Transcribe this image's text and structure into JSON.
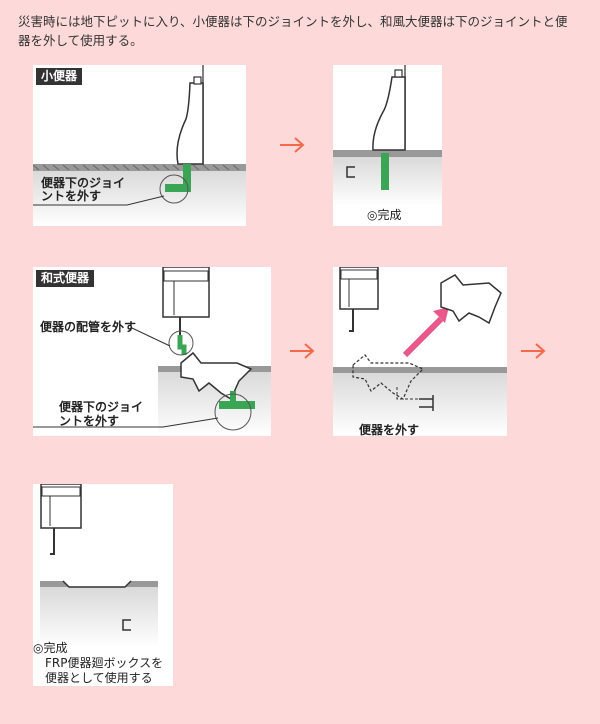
{
  "intro_text": "災害時には地下ピットに入り、小便器は下のジョイントを外し、和風大便器は下のジョイントと便器を外して使用する。",
  "panels": {
    "urinal_before": {
      "tag": "小便器",
      "label_line1": "便器下のジョイ",
      "label_line2": "ントを外す"
    },
    "urinal_after": {
      "caption": "◎完成"
    },
    "japanese_before": {
      "tag": "和式便器",
      "label_pipe": "便器の配管を外す",
      "label_joint_line1": "便器下のジョイ",
      "label_joint_line2": "ントを外す"
    },
    "japanese_remove": {
      "caption": "便器を外す"
    },
    "final": {
      "caption_line1": "◎完成",
      "caption_line2": "FRP便器廻ボックスを",
      "caption_line3": "便器として使用する"
    }
  },
  "colors": {
    "background": "#fdd9d9",
    "arrow": "#f26a4b",
    "pipe_green": "#3aa655",
    "pink_arrow": "#e8588a",
    "floor": "#999999"
  }
}
